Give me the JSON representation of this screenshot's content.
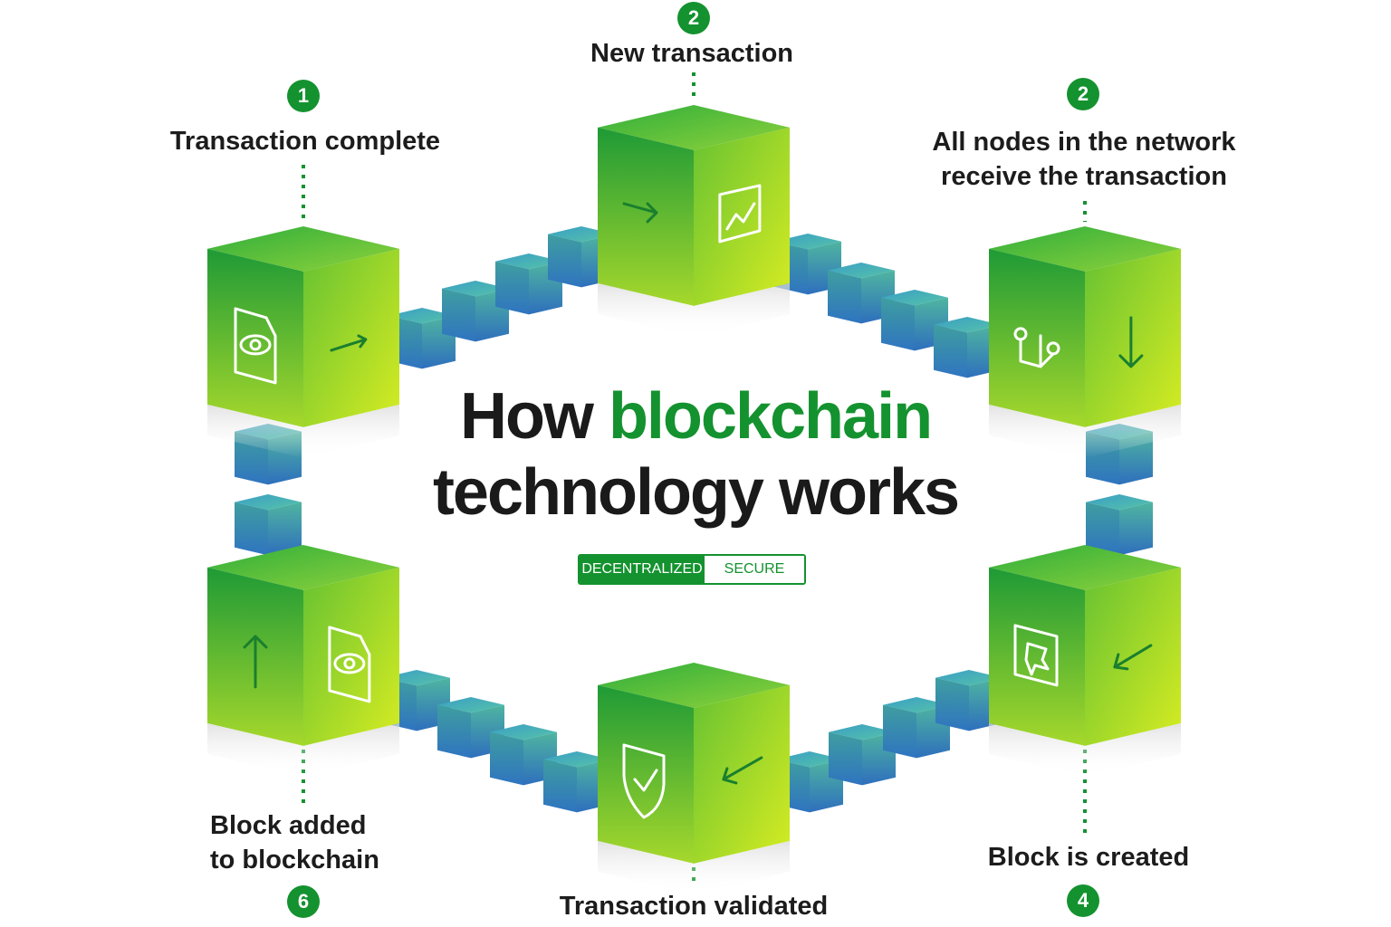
{
  "title": {
    "part1": "How",
    "part2": "blockchain",
    "line2": "technology works"
  },
  "tags": [
    "DECENTRALIZED",
    "SECURE"
  ],
  "steps": [
    {
      "number": "1",
      "lines": [
        "Transaction complete"
      ],
      "icon": "document-eye-icon"
    },
    {
      "number": "2",
      "lines": [
        "New transaction"
      ],
      "icon": "chart-icon"
    },
    {
      "number": "2",
      "lines": [
        "All nodes in the network",
        "receive the transaction"
      ],
      "icon": "node-link-icon"
    },
    {
      "number": "4",
      "lines": [
        "Block is created"
      ],
      "icon": "block-puzzle-icon"
    },
    {
      "number": "",
      "lines": [
        "Transaction validated"
      ],
      "icon": "shield-check-icon"
    },
    {
      "number": "6",
      "lines": [
        "Block added",
        "to blockchain"
      ],
      "icon": "document-eye-icon"
    }
  ],
  "colors": {
    "accent": "#14922f",
    "cube_green_light": "#c8e62a",
    "cube_green_dark": "#1f9e35",
    "link_blue": "#2f7fc0",
    "link_teal": "#3ab09a"
  }
}
